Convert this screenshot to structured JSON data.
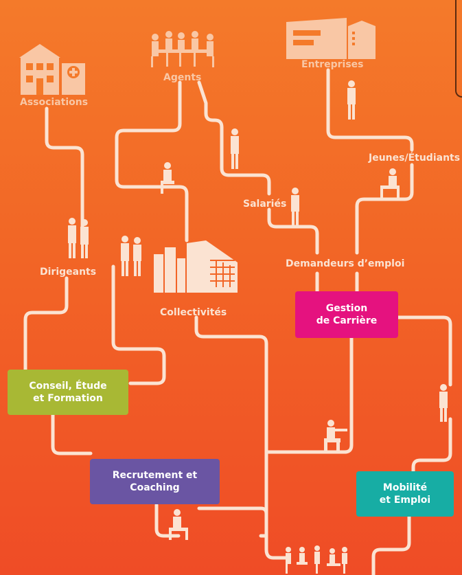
{
  "categories": {
    "associations": "Associations",
    "agents": "Agents",
    "entreprises": "Entreprises",
    "jeunes_etudiants": "Jeunes/Étudiants",
    "salaries": "Salariés",
    "dirigeants": "Dirigeants",
    "demandeurs_emploi": "Demandeurs d’emploi",
    "collectivites": "Collectivités"
  },
  "services": {
    "gestion_carriere": {
      "line1": "Gestion",
      "line2": "de Carrière",
      "color": "#e5127f"
    },
    "conseil_etude_formation": {
      "line1": "Conseil, Étude",
      "line2": "et Formation",
      "color": "#a8b834"
    },
    "recrutement_coaching": {
      "line1": "Recrutement et",
      "line2": "Coaching",
      "color": "#6a55a3"
    },
    "mobilite_emploi": {
      "line1": "Mobilité",
      "line2": "et Emploi",
      "color": "#17ada4"
    }
  },
  "colors": {
    "background_top": "#f47a2a",
    "background_bottom": "#ef4c26",
    "path_line": "#fbe3d2",
    "silhouette": "#fbe3d2"
  },
  "icons": [
    "association-building-icon",
    "meeting-people-icon",
    "company-building-icon",
    "city-buildings-icon",
    "person-silhouette-icon"
  ]
}
